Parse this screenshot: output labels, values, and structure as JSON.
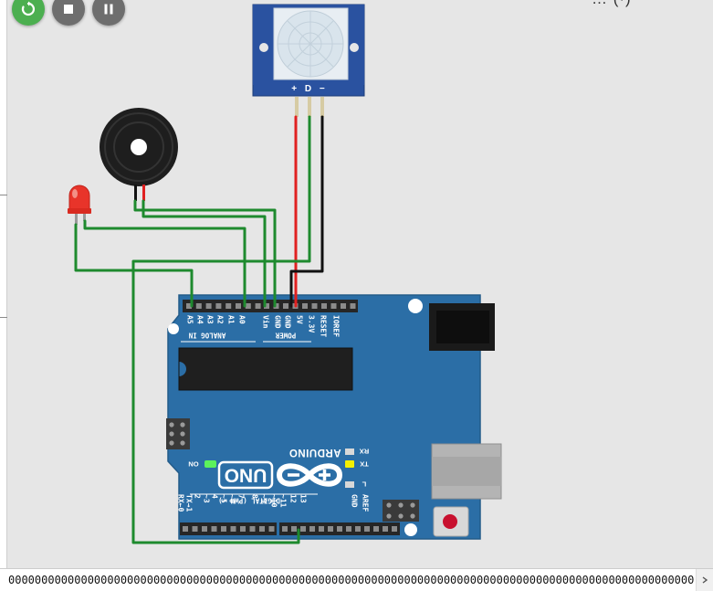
{
  "toolbar": {
    "restart_icon": "restart-icon",
    "stop_icon": "stop-icon",
    "pause_icon": "pause-icon",
    "corner_partial": "… (·)"
  },
  "pir": {
    "pin_labels": "+ D −"
  },
  "arduino": {
    "logo": "ARDUINO",
    "model": "UNO",
    "on_label": "ON",
    "led_l": "L",
    "led_tx": "TX",
    "led_rx": "RX",
    "analog_header": "ANALOG IN",
    "power_header": "POWER",
    "digital_header": "DIGITAL (PWM ~)",
    "analog_pins": [
      "A5",
      "A4",
      "A3",
      "A2",
      "A1",
      "A0"
    ],
    "power_pins": [
      "Vin",
      "GND",
      "GND",
      "5V",
      "3.3V",
      "RESET",
      "IOREF"
    ],
    "digital_pins": [
      "RX←0",
      "TX→1",
      "2",
      "~3",
      "4",
      "~5",
      "~6",
      "7",
      "8",
      "~9",
      "~10",
      "~11",
      "12",
      "13",
      "GND",
      "AREF"
    ]
  },
  "colors": {
    "board": "#2b6ea6",
    "wire_red": "#e02020",
    "wire_black": "#111111",
    "wire_green": "#1e8a2e",
    "restart_btn": "#4caf50",
    "control_btn": "#6e6e6e"
  },
  "serial": {
    "output": "0000000000000000000000000000000000000000000000000000000000000000000000000000000000000000000000000000000000000000"
  }
}
